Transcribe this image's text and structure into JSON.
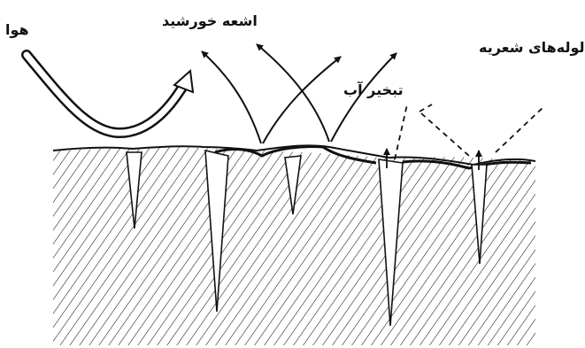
{
  "labels": {
    "air": "هوا",
    "sun_rays": "اشعه خورشید",
    "evaporation": "تبخیر آب",
    "capillaries": "لوله‌های شعریه"
  },
  "colors": {
    "ink": "#111111",
    "paper": "#ffffff"
  }
}
